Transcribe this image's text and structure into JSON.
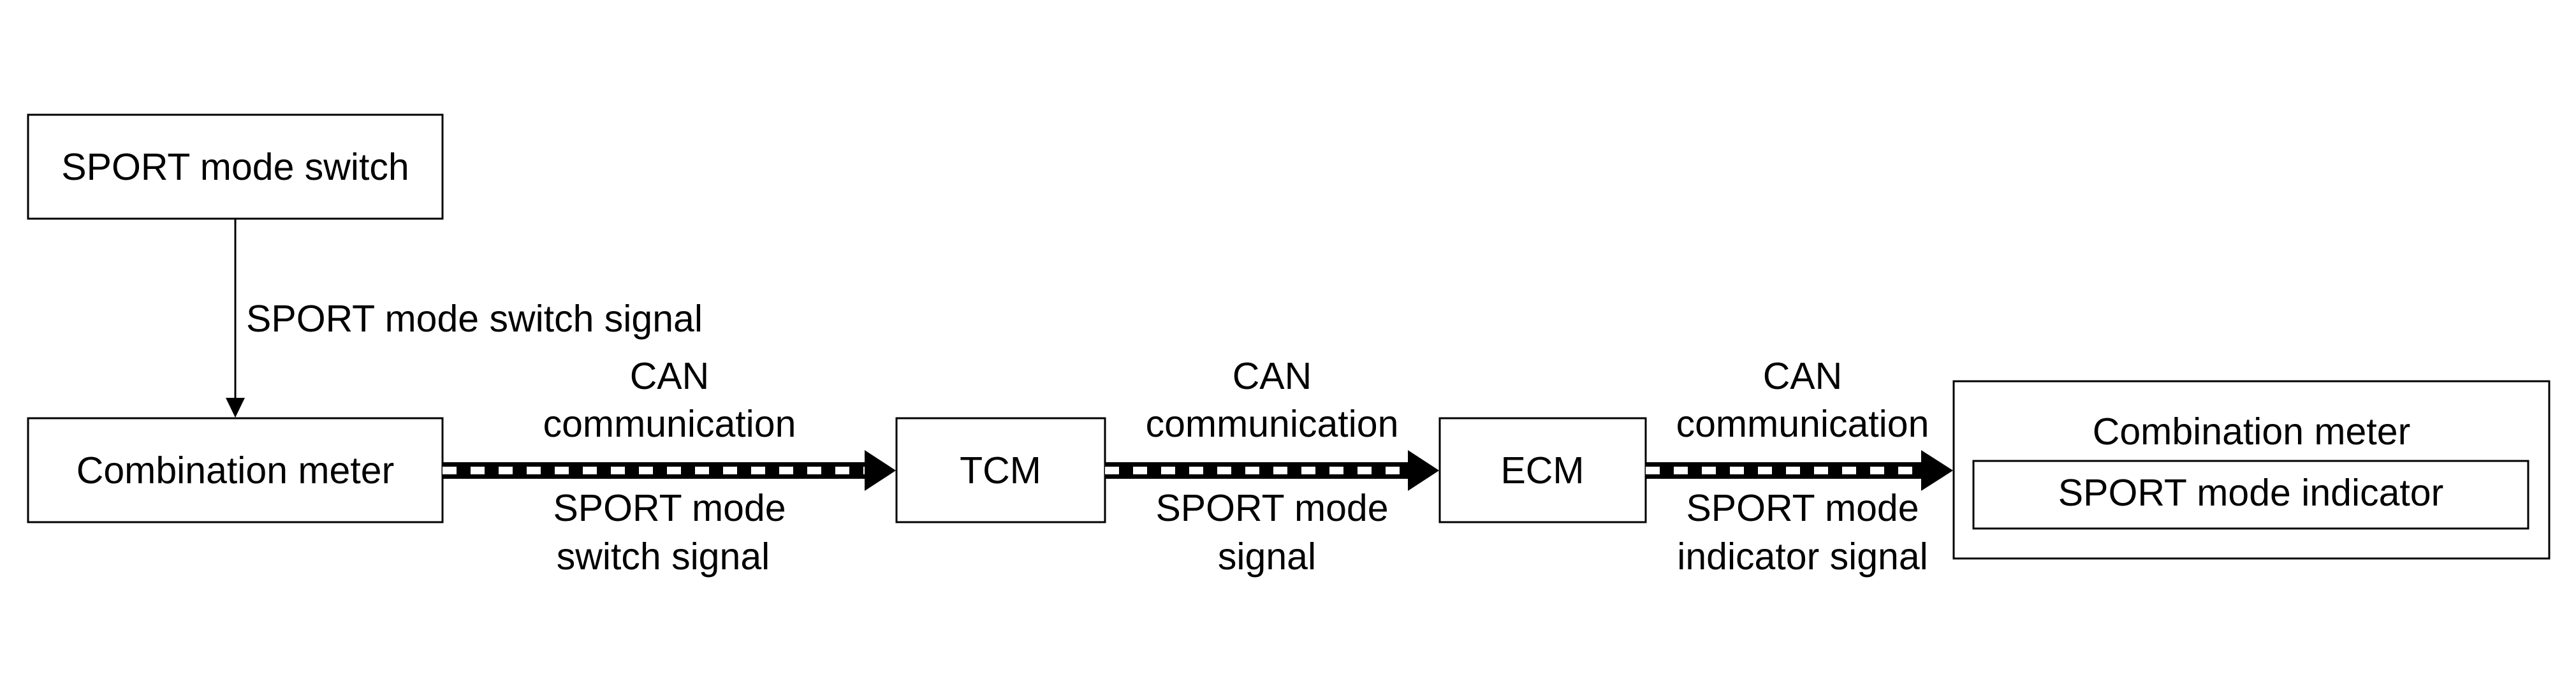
{
  "colors": {
    "background": "#ffffff",
    "stroke": "#000000",
    "dash_light": "#ffffff"
  },
  "nodes": {
    "switch": "SPORT mode switch",
    "meter": "Combination meter",
    "tcm": "TCM",
    "ecm": "ECM",
    "meter_right": "Combination meter",
    "indicator": "SPORT mode indicator"
  },
  "edges": {
    "switch_to_meter": {
      "signal": "SPORT mode switch signal"
    },
    "meter_to_tcm": {
      "bus_line1": "CAN",
      "bus_line2": "communication",
      "signal_line1": "SPORT mode",
      "signal_line2": "switch signal"
    },
    "tcm_to_ecm": {
      "bus_line1": "CAN",
      "bus_line2": "communication",
      "signal_line1": "SPORT mode",
      "signal_line2": "signal"
    },
    "ecm_to_meter": {
      "bus_line1": "CAN",
      "bus_line2": "communication",
      "signal_line1": "SPORT mode",
      "signal_line2": "indicator signal"
    }
  }
}
